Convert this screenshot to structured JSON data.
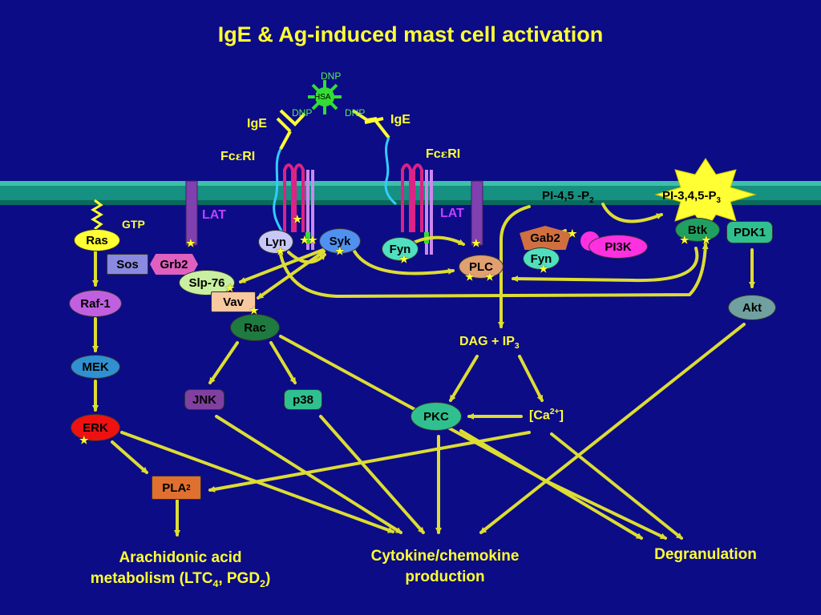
{
  "title": "IgE & Ag-induced mast cell activation",
  "antigen": {
    "hsa": "HSA",
    "dnp_top": "DNP",
    "dnp_left": "DNP",
    "dnp_right": "DNP"
  },
  "receptor": {
    "ige_left": "IgE",
    "ige_right": "IgE",
    "fceri_left_pre": "Fc",
    "fceri_left_greek": "ε",
    "fceri_left_post": "RI",
    "fceri_right_pre": "Fc",
    "fceri_right_greek": "ε",
    "fceri_right_post": "RI"
  },
  "membrane": {
    "lat_left": "LAT",
    "lat_right": "LAT",
    "pi45_main": "PI-4,5 -P",
    "pi45_sub": "2",
    "pi345_main": "PI-3,4,5-P",
    "pi345_sub": "3"
  },
  "nodes": {
    "ras": "Ras",
    "gtp": "GTP",
    "sos": "Sos",
    "grb2": "Grb2",
    "slp76": "Slp-76",
    "vav": "Vav",
    "lyn": "Lyn",
    "syk": "Syk",
    "fyn1": "Fyn",
    "plc": "PLC",
    "gab2": "Gab2",
    "fyn2": "Fyn",
    "pi3k": "PI3K",
    "btk": "Btk",
    "pdk1": "PDK1",
    "akt": "Akt",
    "raf1": "Raf-1",
    "mek": "MEK",
    "erk": "ERK",
    "rac": "Rac",
    "jnk": "JNK",
    "p38": "p38",
    "pkc": "PKC",
    "dag_main": "DAG + IP",
    "dag_sub": "3",
    "ca_pre": "[Ca",
    "ca_sup": "2+",
    "ca_post": "]",
    "pla_main": "PLA",
    "pla_sub": "2"
  },
  "outcomes": {
    "arach_l1": "Arachidonic acid",
    "arach_l2_a": "metabolism (LTC",
    "arach_l2_sub1": "4",
    "arach_l2_b": ", PGD",
    "arach_l2_sub2": "2",
    "arach_l2_c": ")",
    "cyto_l1": "Cytokine/chemokine",
    "cyto_l2": "production",
    "degran": "Degranulation"
  },
  "colors": {
    "background": "#0c0c86",
    "membrane": "#1a9a8a",
    "arrow": "#dddd33",
    "title": "#ffff33",
    "ras": "#ffff33",
    "sos": "#8a8ae0",
    "grb2": "#e060c0",
    "slp76": "#c8f0a0",
    "vav": "#f8c8a0",
    "lyn": "#c8c8f8",
    "syk": "#5090f0",
    "fyn": "#50e0c0",
    "plc": "#e0a070",
    "gab2": "#d07040",
    "pi3k": "#ff30e0",
    "btk": "#20a060",
    "pdk1": "#30c090",
    "akt": "#70a0a0",
    "raf1": "#c060e0",
    "mek": "#3090d0",
    "erk": "#ee1111",
    "rac": "#1f7a3f",
    "jnk": "#8040a0",
    "p38": "#30c090",
    "pkc": "#30c090",
    "pla2": "#e07030",
    "star": "#ffff33"
  }
}
